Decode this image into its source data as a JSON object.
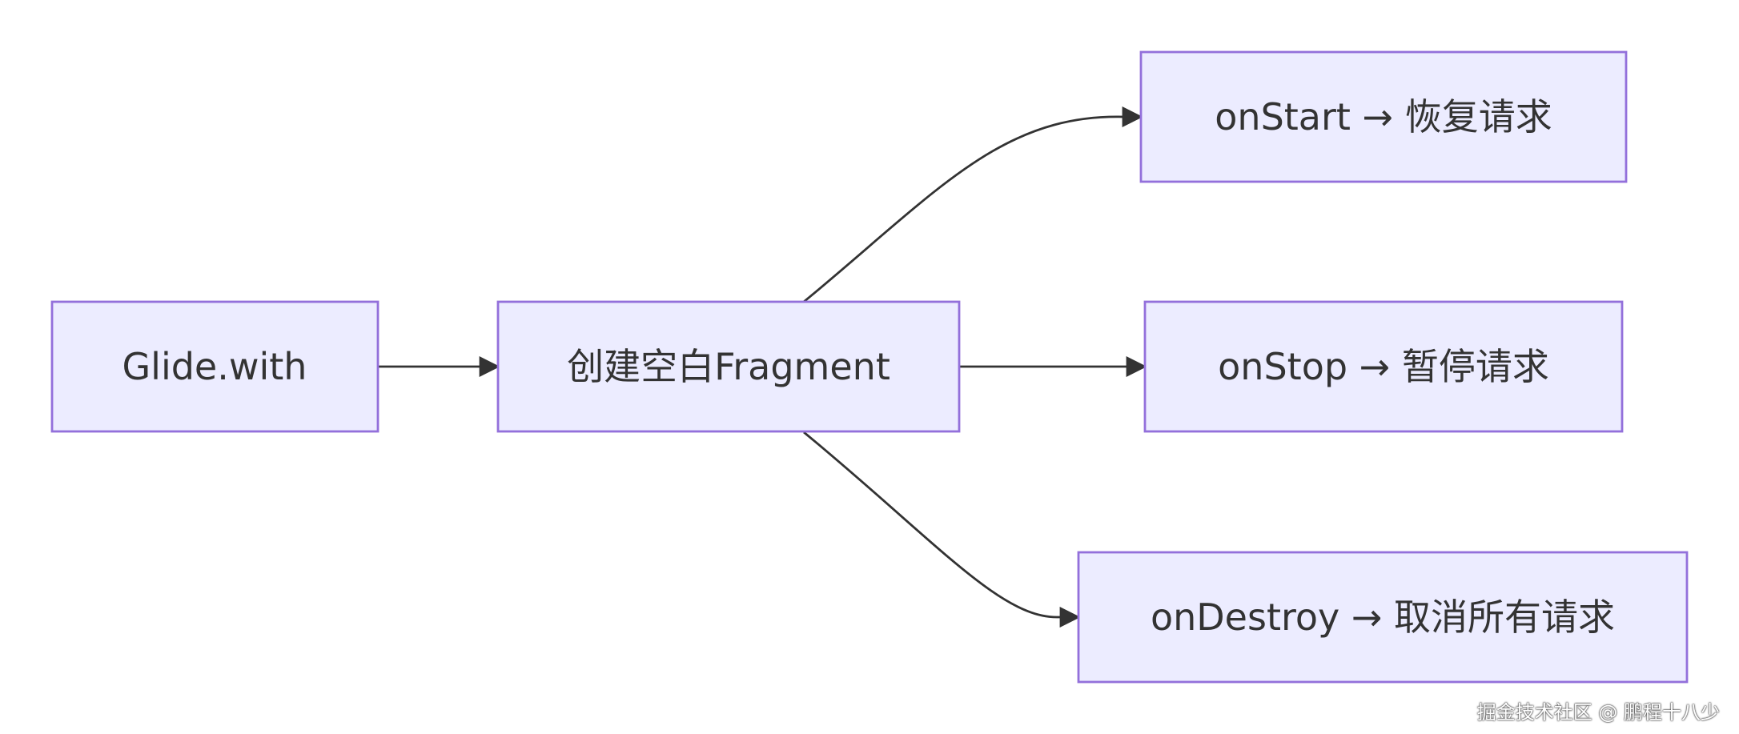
{
  "diagram": {
    "type": "flowchart",
    "direction": "LR",
    "colors": {
      "node_fill": "#ECECFF",
      "node_border": "#9370DB",
      "edge": "#333333",
      "text": "#333333"
    },
    "nodes": [
      {
        "id": "glide",
        "label": "Glide.with"
      },
      {
        "id": "fragment",
        "label": "创建空白Fragment"
      },
      {
        "id": "start",
        "label": "onStart → 恢复请求"
      },
      {
        "id": "stop",
        "label": "onStop → 暂停请求"
      },
      {
        "id": "destroy",
        "label": "onDestroy → 取消所有请求"
      }
    ],
    "edges": [
      {
        "from": "glide",
        "to": "fragment"
      },
      {
        "from": "fragment",
        "to": "start"
      },
      {
        "from": "fragment",
        "to": "stop"
      },
      {
        "from": "fragment",
        "to": "destroy"
      }
    ]
  },
  "watermark": "掘金技术社区 @ 鹏程十八少"
}
